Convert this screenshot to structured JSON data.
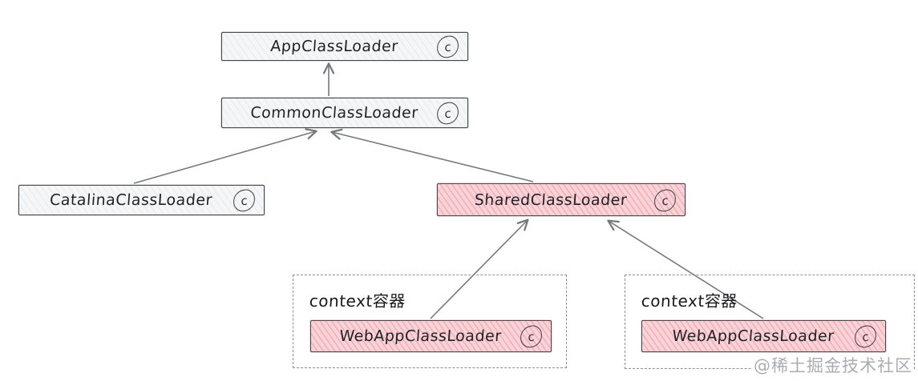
{
  "diagram": {
    "nodes": [
      {
        "id": "app",
        "label": "AppClassLoader",
        "badge": "c",
        "variant": "gray"
      },
      {
        "id": "common",
        "label": "CommonClassLoader",
        "badge": "c",
        "variant": "gray"
      },
      {
        "id": "catalina",
        "label": "CatalinaClassLoader",
        "badge": "c",
        "variant": "gray"
      },
      {
        "id": "shared",
        "label": "SharedClassLoader",
        "badge": "c",
        "variant": "pink"
      },
      {
        "id": "webapp-left",
        "label": "WebAppClassLoader",
        "badge": "c",
        "variant": "pink"
      },
      {
        "id": "webapp-right",
        "label": "WebAppClassLoader",
        "badge": "c",
        "variant": "pink"
      }
    ],
    "containers": [
      {
        "id": "context-left",
        "label": "context容器"
      },
      {
        "id": "context-right",
        "label": "context容器"
      }
    ],
    "edges": [
      {
        "from": "CommonClassLoader",
        "to": "AppClassLoader"
      },
      {
        "from": "CatalinaClassLoader",
        "to": "CommonClassLoader"
      },
      {
        "from": "SharedClassLoader",
        "to": "CommonClassLoader"
      },
      {
        "from": "WebAppClassLoader (left)",
        "to": "SharedClassLoader"
      },
      {
        "from": "WebAppClassLoader (right)",
        "to": "SharedClassLoader"
      }
    ],
    "colors": {
      "gray_node_fill": "#f5f6f8",
      "pink_node_fill": "#f9d3d7",
      "node_border": "#46484d",
      "arrow": "#75787d",
      "container_border": "#8d8d8d",
      "watermark_text": "#a9adb3"
    },
    "watermark": "@稀土掘金技术社区"
  }
}
